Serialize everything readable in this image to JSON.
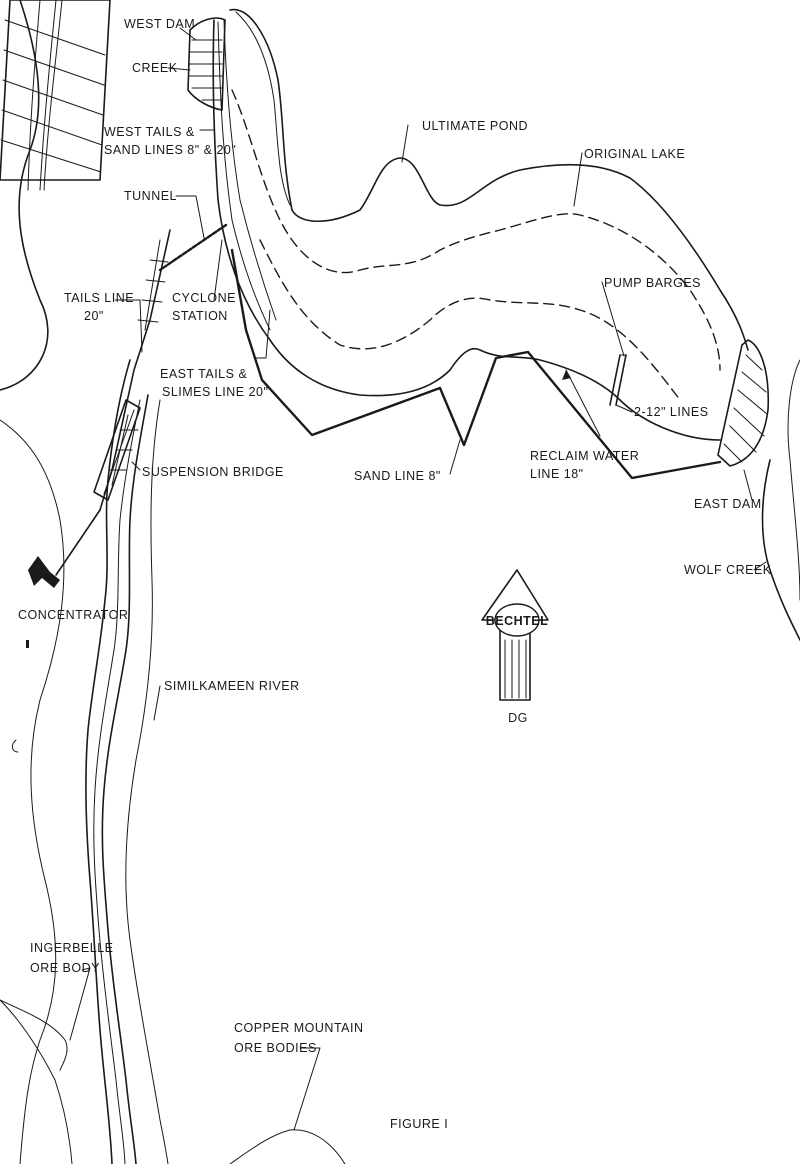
{
  "labels": {
    "west_dam": "WEST DAM",
    "creek": "CREEK",
    "west_tails_1": "WEST TAILS &",
    "west_tails_2": "SAND LINES 8\" & 20\"",
    "tunnel": "TUNNEL",
    "tails_line_1": "TAILS LINE",
    "tails_line_2": "20\"",
    "cyclone_1": "CYCLONE",
    "cyclone_2": "STATION",
    "east_tails_1": "EAST TAILS &",
    "east_tails_2": "SLIMES LINE 20\"",
    "ultimate_pond": "ULTIMATE POND",
    "original_lake": "ORIGINAL LAKE",
    "pump_barges": "PUMP BARGES",
    "two_lines": "2-12\" LINES",
    "reclaim_1": "RECLAIM WATER",
    "reclaim_2": "LINE 18\"",
    "sand_line": "SAND LINE 8\"",
    "suspension_bridge": "SUSPENSION BRIDGE",
    "east_dam": "EAST DAM",
    "wolf_creek": "WOLF CREEK",
    "concentrator": "CONCENTRATOR",
    "similkameen": "SIMILKAMEEN RIVER",
    "ingerbelle_1": "INGERBELLE",
    "ingerbelle_2": "ORE BODY",
    "copper_1": "COPPER MOUNTAIN",
    "copper_2": "ORE BODIES",
    "figure": "FIGURE  I"
  },
  "logo": {
    "text": "BECHTEL",
    "initials": "DG"
  },
  "colors": {
    "ink": "#1a1a1a",
    "paper": "#ffffff"
  }
}
